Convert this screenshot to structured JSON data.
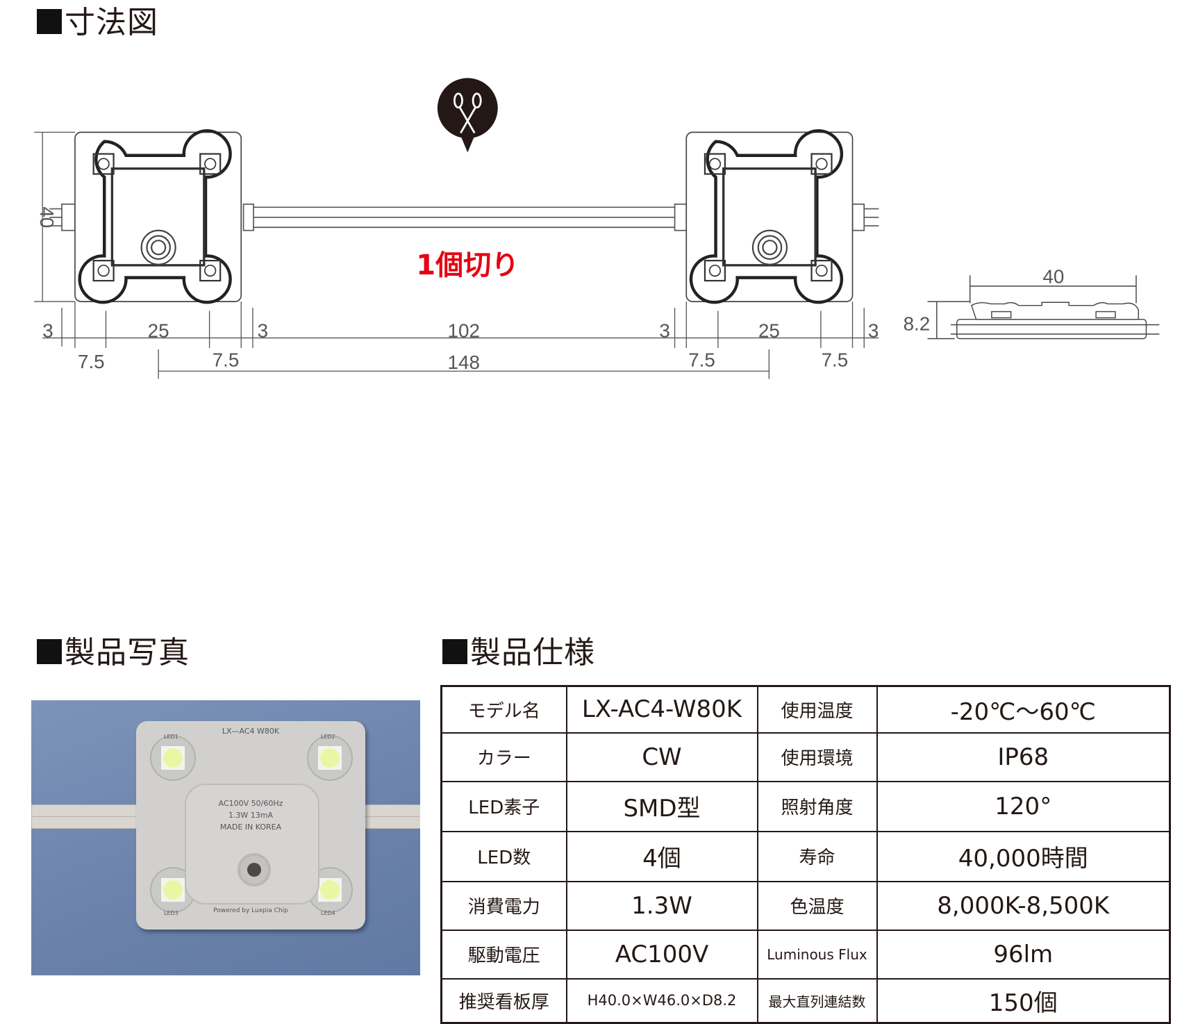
{
  "sections": {
    "dimensions": "寸法図",
    "photo": "製品写真",
    "spec": "製品仕様"
  },
  "drawing": {
    "cut_label": "1個切り",
    "icons": {
      "cut": "scissors-icon"
    },
    "height_label": "40",
    "top_row": [
      "3",
      "25",
      "3",
      "102",
      "3",
      "25",
      "3"
    ],
    "bottom_row": [
      "7.5",
      "7.5",
      "148",
      "7.5",
      "7.5"
    ],
    "side_width": "40",
    "side_depth": "8.2"
  },
  "photo": {
    "model_print": "LX—AC4  W80K",
    "line1": "AC100V  50/60Hz",
    "line2": "1.3W  13mA",
    "line3": "MADE  IN  KOREA",
    "footer": "Powered  by  Luxpia  Chip",
    "led_labels": [
      "LED1",
      "LED2",
      "LED3",
      "LED4"
    ]
  },
  "spec": {
    "rows": [
      {
        "l1": "モデル名",
        "v1": "LX-AC4-W80K",
        "l2": "使用温度",
        "v2": "-20℃～60℃"
      },
      {
        "l1": "カラー",
        "v1": "CW",
        "l2": "使用環境",
        "v2": "IP68"
      },
      {
        "l1": "LED素子",
        "v1": "SMD型",
        "l2": "照射角度",
        "v2": "120°"
      },
      {
        "l1": "LED数",
        "v1": "4個",
        "l2": "寿命",
        "v2": "40,000時間"
      },
      {
        "l1": "消費電力",
        "v1": "1.3W",
        "l2": "色温度",
        "v2": "8,000K-8,500K"
      },
      {
        "l1": "駆動電圧",
        "v1": "AC100V",
        "l2": "Luminous Flux",
        "v2": "96lm"
      },
      {
        "l1": "推奨看板厚",
        "v1": "H40.0×W46.0×D8.2",
        "l2": "最大直列連結数",
        "v2": "150個"
      }
    ]
  },
  "colors": {
    "cut": "#e60012",
    "photo_bg": "#6f86ad",
    "border": "#231815"
  }
}
